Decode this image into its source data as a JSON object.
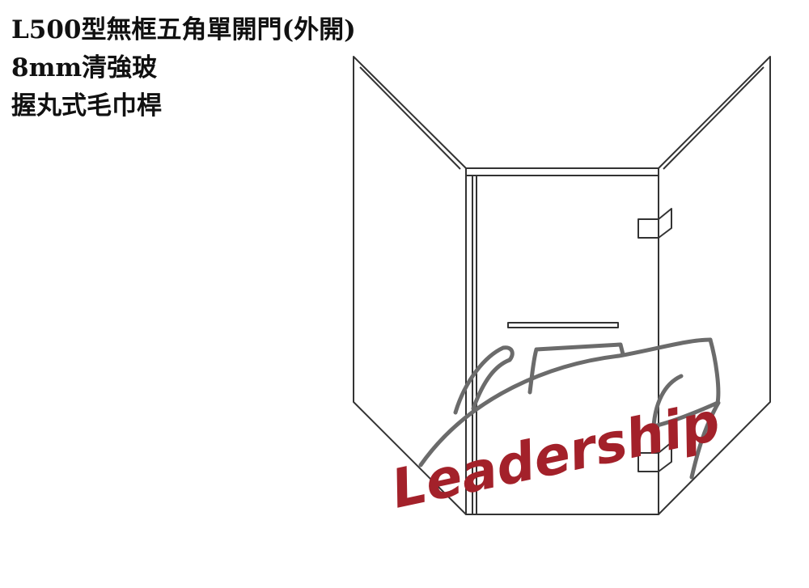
{
  "title": {
    "line1": "L500型無框五角單開門(外開)",
    "line2": "8mm清強玻",
    "line3": "握丸式毛巾桿"
  },
  "logo": {
    "text": "Leadership",
    "color": "#a3212a",
    "swoosh_color": "#6b6b6b"
  }
}
